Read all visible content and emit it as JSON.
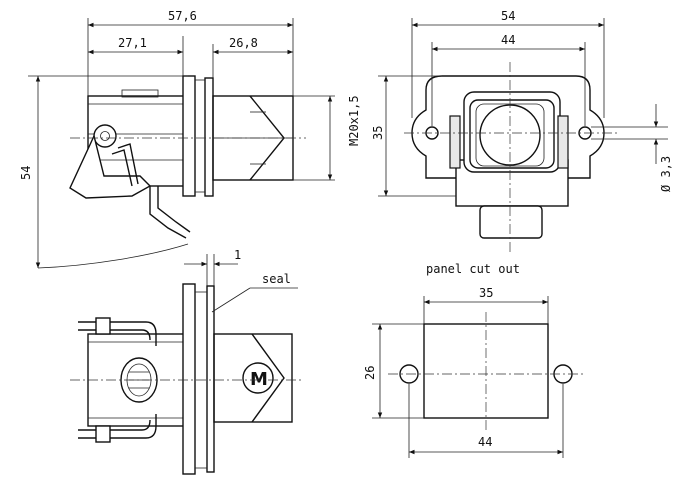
{
  "dimensions": {
    "side_total_width": "57,6",
    "side_left_width": "27,1",
    "side_right_width": "26,8",
    "side_height": "54",
    "thread": "M20x1,5",
    "front_width": "54",
    "front_hole_spacing": "44",
    "front_height": "35",
    "hole_diameter": "Ø 3,3",
    "seal_thickness": "1",
    "cutout_width": "35",
    "cutout_height": "26",
    "cutout_hole_spacing": "44"
  },
  "labels": {
    "seal": "seal",
    "panel_cut_out": "panel cut out"
  },
  "logo": {
    "letter": "M"
  }
}
